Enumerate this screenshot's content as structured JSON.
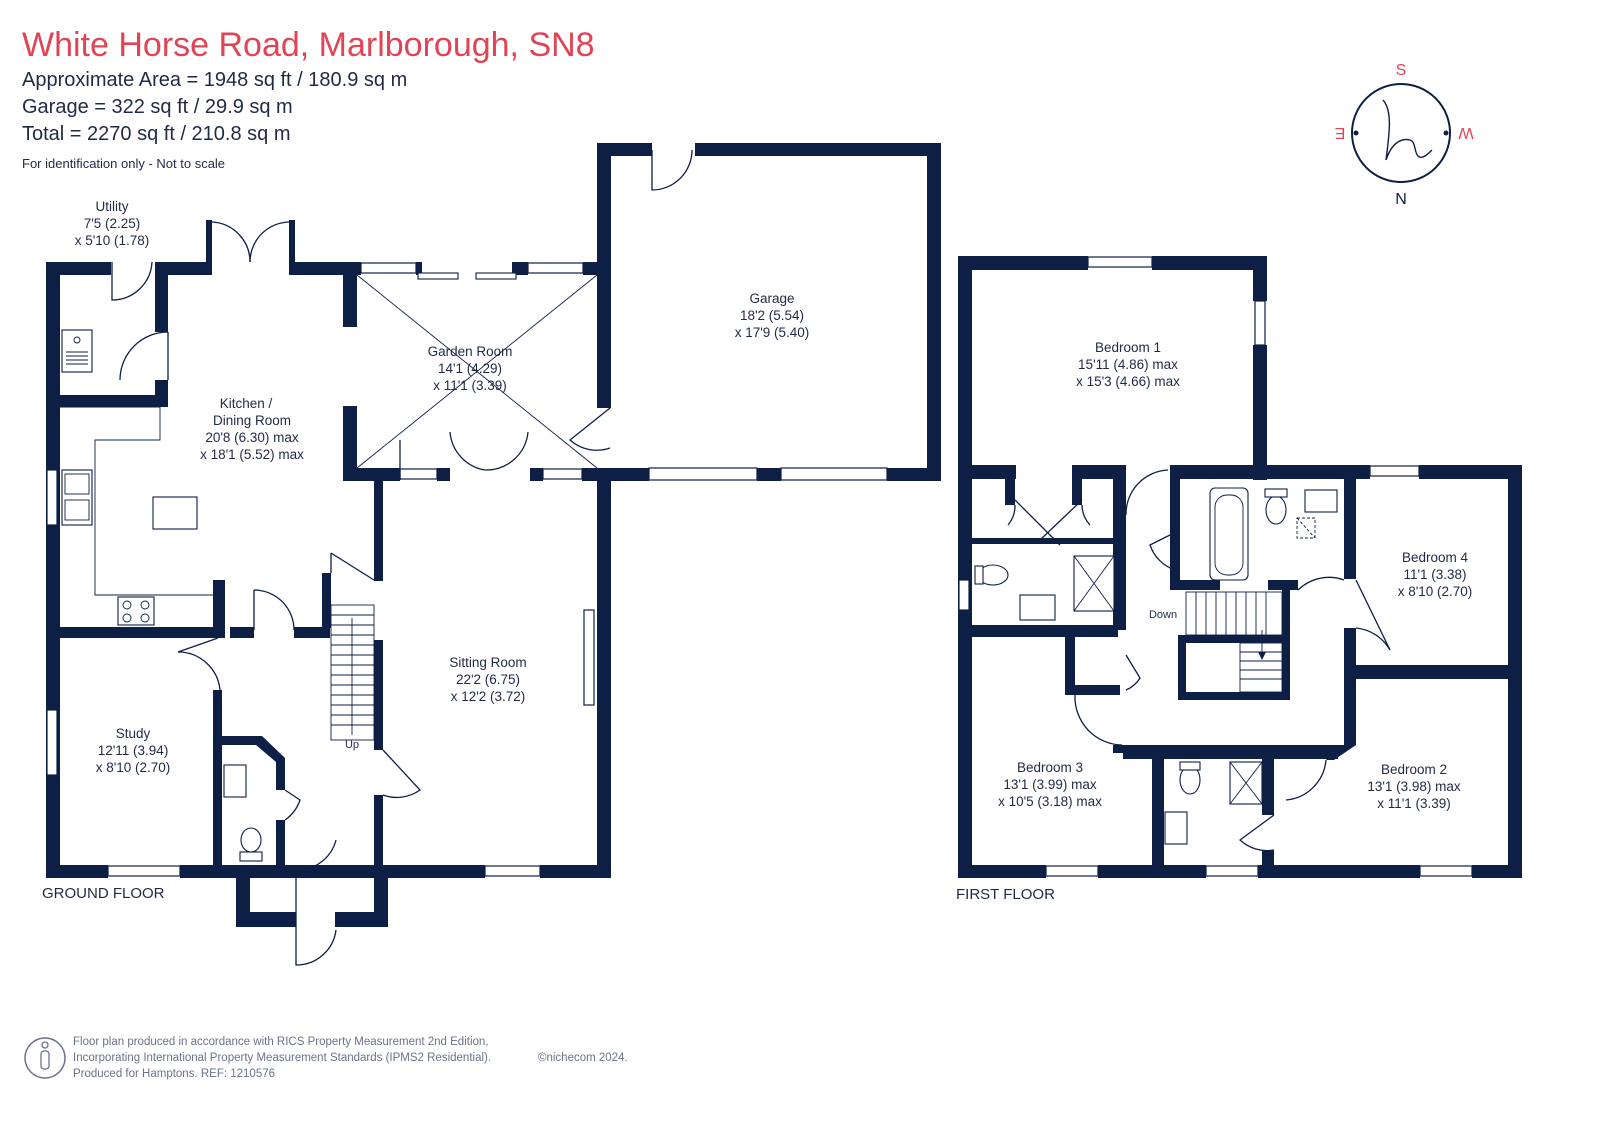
{
  "header": {
    "title": "White Horse Road, Marlborough, SN8",
    "area_lines": [
      "Approximate Area = 1948 sq ft / 180.9 sq m",
      "Garage = 322 sq ft / 29.9 sq m",
      "Total = 2270 sq ft / 210.8 sq m"
    ],
    "note": "For identification only - Not to scale"
  },
  "compass": {
    "top": "S",
    "bottom": "N",
    "left": "E",
    "right": "W",
    "logo": "h"
  },
  "ground_floor": {
    "label": "GROUND FLOOR",
    "rooms": {
      "utility": [
        "Utility",
        "7'5 (2.25)",
        "x 5'10 (1.78)"
      ],
      "kitchen": [
        "Kitchen /",
        "Dining Room",
        "20'8 (6.30) max",
        "x 18'1 (5.52) max"
      ],
      "garden_room": [
        "Garden Room",
        "14'1 (4.29)",
        "x 11'1 (3.39)"
      ],
      "garage": [
        "Garage",
        "18'2 (5.54)",
        "x 17'9 (5.40)"
      ],
      "sitting_room": [
        "Sitting Room",
        "22'2 (6.75)",
        "x 12'2 (3.72)"
      ],
      "study": [
        "Study",
        "12'11 (3.94)",
        "x 8'10 (2.70)"
      ]
    },
    "stair_label": "Up"
  },
  "first_floor": {
    "label": "FIRST FLOOR",
    "rooms": {
      "bedroom1": [
        "Bedroom 1",
        "15'11 (4.86) max",
        "x 15'3 (4.66) max"
      ],
      "bedroom4": [
        "Bedroom 4",
        "11'1 (3.38)",
        "x 8'10 (2.70)"
      ],
      "bedroom3": [
        "Bedroom 3",
        "13'1 (3.99) max",
        "x 10'5 (3.18) max"
      ],
      "bedroom2": [
        "Bedroom 2",
        "13'1 (3.98) max",
        "x 11'1 (3.39)"
      ]
    },
    "stair_label": "Down"
  },
  "footer": {
    "lines": [
      "Floor plan produced in accordance with RICS Property Measurement 2nd Edition,",
      "Incorporating International Property Measurement Standards (IPMS2 Residential).",
      "Produced for Hamptons.  REF: 1210576"
    ],
    "copyright": "©nichecom 2024."
  },
  "colors": {
    "wall": "#0d1f44",
    "title": "#e04556",
    "text": "#1f2a44"
  }
}
